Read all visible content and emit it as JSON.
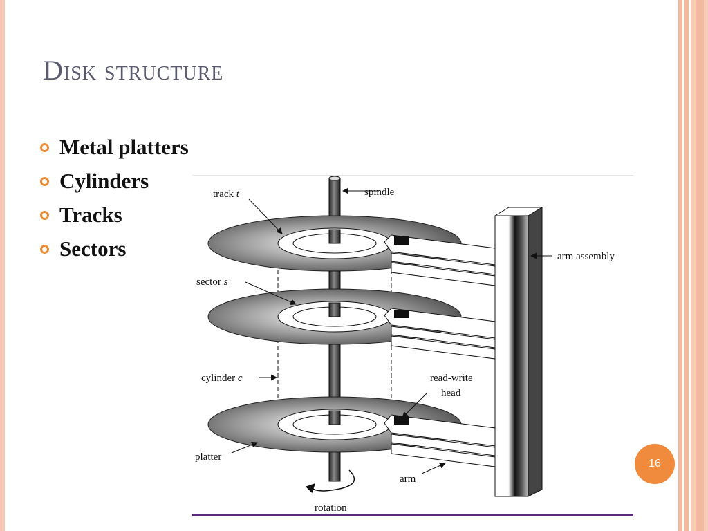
{
  "slide": {
    "title": "Disk structure",
    "bullets": [
      "Metal platters",
      "Cylinders",
      "Tracks",
      "Sectors"
    ],
    "page_number": "16"
  },
  "figure": {
    "labels": {
      "track_prefix": "track ",
      "track_var": "t",
      "spindle": "spindle",
      "arm_assembly": "arm assembly",
      "sector_prefix": "sector ",
      "sector_var": "s",
      "cylinder_prefix": "cylinder ",
      "cylinder_var": "c",
      "read_write_1": "read-write",
      "read_write_2": "head",
      "platter": "platter",
      "arm": "arm",
      "rotation": "rotation"
    }
  },
  "colors": {
    "accent": "#f08a3c",
    "border": "#f3b99f",
    "title": "#5a5a6e",
    "bottom_rule": "#5b2a7a"
  }
}
